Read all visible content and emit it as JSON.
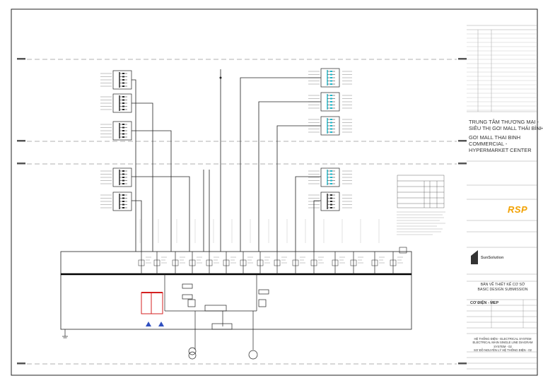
{
  "title_block": {
    "project_name_vi": [
      "TRUNG TÂM THƯƠNG MẠI -",
      "SIÊU THỊ GO! MALL THÁI BÌNH"
    ],
    "project_name_en": [
      "GO! MALL THAI BINH",
      "COMMERCIAL -",
      "HYPERMARKET CENTER"
    ],
    "consultant_logo": "RSP",
    "contractor": "SunSolution",
    "drawing_title_vi": "BẢN VẼ THIẾT KẾ CƠ SỞ",
    "drawing_title_en": "BASIC DESIGN SUBMISSION",
    "discipline": "CƠ ĐIỆN - MEP",
    "system_vi": "HỆ THỐNG ĐIỆN - ELECTRICAL SYSTEM",
    "system_line2": "ELECTRICAL MAIN SINGLE LINE DIAGRAM SYSTEM - 02",
    "system_line3": "SƠ ĐỒ NGUYÊN LÝ HỆ THỐNG ĐIỆN - 02"
  },
  "palette": {
    "line": "#1a1a1a",
    "dash": "#555555",
    "bus": "#000000",
    "red": "#d42020",
    "cyan": "#19b6c8",
    "blue": "#3050c0",
    "orange": "#f2a100"
  }
}
